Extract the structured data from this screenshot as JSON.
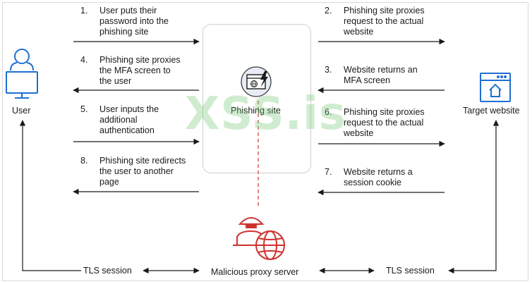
{
  "colors": {
    "blue": "#1f6fd1",
    "red": "#d0312d",
    "arrow": "#1a1a1a",
    "watermark": "#78c878"
  },
  "nodes": {
    "user": "User",
    "target": "Target website",
    "phishing": "Phishing site",
    "proxy": "Malicious proxy server"
  },
  "icons": {
    "user": "user-monitor-icon",
    "target": "browser-home-icon",
    "phishing": "browser-globe-lightning-icon",
    "proxy": "hacker-globe-icon"
  },
  "tls_left": "TLS session",
  "tls_right": "TLS session",
  "watermark": "XSS.is",
  "steps": [
    {
      "num": "1.",
      "text": "User puts their\npassword into the\nphishing site"
    },
    {
      "num": "2.",
      "text": "Phishing site proxies\nrequest to the actual\nwebsite"
    },
    {
      "num": "3.",
      "text": "Website returns an\nMFA screen"
    },
    {
      "num": "4.",
      "text": "Phishing site proxies\nthe MFA screen to\nthe user"
    },
    {
      "num": "5.",
      "text": "User inputs the\nadditional\nauthentication"
    },
    {
      "num": "6.",
      "text": "Phishing site proxies\nrequest to the actual\nwebsite"
    },
    {
      "num": "7.",
      "text": "Website returns a\nsession cookie"
    },
    {
      "num": "8.",
      "text": "Phishing site redirects\nthe user to another\npage"
    }
  ]
}
